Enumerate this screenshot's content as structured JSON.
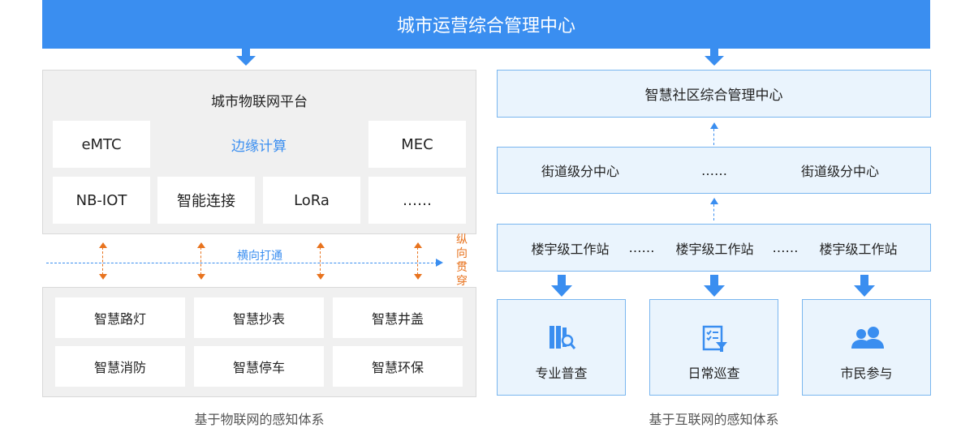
{
  "header": {
    "title": "城市运营综合管理中心"
  },
  "left": {
    "platform_title": "城市物联网平台",
    "cells": {
      "emtc": "eMTC",
      "edge": "边缘计算",
      "mec": "MEC",
      "nbiot": "NB-IOT",
      "smart_connect": "智能连接",
      "lora": "LoRa",
      "more": "……"
    },
    "horizontal_label": "横向打通",
    "vertical_label": "纵向贯穿",
    "apps": [
      "智慧路灯",
      "智慧抄表",
      "智慧井盖",
      "智慧消防",
      "智慧停车",
      "智慧环保"
    ],
    "caption": "基于物联网的感知体系"
  },
  "right": {
    "community_center": "智慧社区综合管理中心",
    "street_left": "街道级分中心",
    "street_mid": "……",
    "street_right": "街道级分中心",
    "station_1": "楼宇级工作站",
    "station_sep_1": "……",
    "station_2": "楼宇级工作站",
    "station_sep_2": "……",
    "station_3": "楼宇级工作站",
    "cards": [
      "专业普查",
      "日常巡查",
      "市民参与"
    ],
    "caption": "基于互联网的感知体系"
  },
  "colors": {
    "primary": "#3a8ef0",
    "accent": "#e8731e",
    "light_blue": "#eaf4fd",
    "panel_gray": "#f0f0f0"
  },
  "icons": [
    "books-search-icon",
    "checklist-icon",
    "people-icon"
  ]
}
